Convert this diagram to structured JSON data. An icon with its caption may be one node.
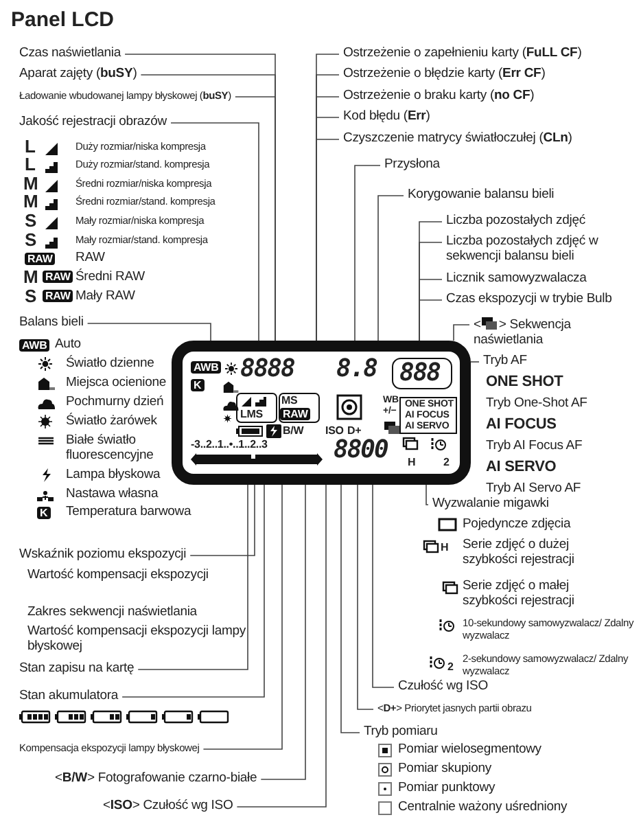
{
  "diagram": {
    "title": "Panel LCD",
    "nodes": [
      {
        "text": [
          "AWB",
          "8888",
          "8.8",
          "888",
          "K",
          "MS",
          "WB +/−",
          "ONE SHOT",
          "LMS",
          "RAW",
          "AI FOCUS",
          "AI SERVO",
          "B/W",
          "ISO",
          "D+",
          "8800",
          "-3..2..1..•..1..2..3",
          "H",
          "2"
        ]
      },
      {
        "text": [
          "Czas naświetlania"
        ]
      },
      {
        "text": [
          "Aparat zajęty (**buSY**)"
        ]
      },
      {
        "text": [
          "Ładowanie wbudowanej lampy błyskowej (**buSY**)"
        ]
      },
      {
        "text": [
          "Jakość rejestracji obrazów"
        ]
      },
      {
        "text": [
          "Balans bieli"
        ]
      },
      {
        "text": [
          "Wskaźnik poziomu ekspozycji"
        ]
      },
      {
        "text": [
          "Stan zapisu na kartę"
        ]
      },
      {
        "text": [
          "Stan akumulatora"
        ]
      },
      {
        "text": [
          "Kompensacja ekspozycji lampy błyskowej"
        ]
      },
      {
        "text": [
          "<**B/W**> Fotografowanie czarno-białe"
        ]
      },
      {
        "text": [
          "<**ISO**> Czułość wg ISO"
        ]
      },
      {
        "text": [
          "Ostrzeżenie o zapełnieniu karty (**FuLL CF**)"
        ]
      },
      {
        "text": [
          "Ostrzeżenie o błędzie karty (**Err CF**)"
        ]
      },
      {
        "text": [
          "Ostrzeżenie o braku karty (**no CF**)"
        ]
      },
      {
        "text": [
          "Kod błędu (**Err**)"
        ]
      },
      {
        "text": [
          "Czyszczenie matrycy światłoczułej (**CLn**)"
        ]
      },
      {
        "text": [
          "Przysłona"
        ]
      },
      {
        "text": [
          "Korygowanie balansu bieli"
        ]
      },
      {
        "text": [
          "Liczba pozostałych zdjęć"
        ]
      },
      {
        "text": [
          "Liczba pozostałych zdjęć w sekwencji balansu bieli"
        ]
      },
      {
        "text": [
          "Licznik samowyzwalacza"
        ]
      },
      {
        "text": [
          "Czas ekspozycji w trybie Bulb"
        ]
      },
      {
        "text": [
          "<",
          "> Sekwencja naświetlania"
        ]
      },
      {
        "text": [
          "Tryb AF"
        ]
      },
      {
        "text": [
          "Wyzwalanie migawki"
        ]
      },
      {
        "text": [
          "Czułość wg ISO"
        ]
      },
      {
        "text": [
          "<**D+**> Priorytet jasnych partii obrazu"
        ]
      },
      {
        "text": [
          "Tryb pomiaru"
        ]
      }
    ],
    "edges": [
      {
        "from": 1,
        "to": 0,
        "arrow": "none"
      },
      {
        "from": 2,
        "to": 0,
        "arrow": "none"
      },
      {
        "from": 3,
        "to": 0,
        "arrow": "none"
      },
      {
        "from": 4,
        "to": 0,
        "arrow": "none"
      },
      {
        "from": 5,
        "to": 0,
        "arrow": "none"
      },
      {
        "from": 6,
        "to": 0,
        "arrow": "none"
      },
      {
        "from": 7,
        "to": 0,
        "arrow": "none"
      },
      {
        "from": 8,
        "to": 0,
        "arrow": "none"
      },
      {
        "from": 9,
        "to": 0,
        "arrow": "none"
      },
      {
        "from": 10,
        "to": 0,
        "arrow": "none"
      },
      {
        "from": 11,
        "to": 0,
        "arrow": "none"
      },
      {
        "from": 12,
        "to": 0,
        "arrow": "none"
      },
      {
        "from": 13,
        "to": 0,
        "arrow": "none"
      },
      {
        "from": 14,
        "to": 0,
        "arrow": "none"
      },
      {
        "from": 15,
        "to": 0,
        "arrow": "none"
      },
      {
        "from": 16,
        "to": 0,
        "arrow": "none"
      },
      {
        "from": 17,
        "to": 0,
        "arrow": "none"
      },
      {
        "from": 18,
        "to": 0,
        "arrow": "none"
      },
      {
        "from": 19,
        "to": 0,
        "arrow": "none"
      },
      {
        "from": 20,
        "to": 0,
        "arrow": "none"
      },
      {
        "from": 21,
        "to": 0,
        "arrow": "none"
      },
      {
        "from": 22,
        "to": 0,
        "arrow": "none"
      },
      {
        "from": 23,
        "to": 0,
        "arrow": "none"
      },
      {
        "from": 24,
        "to": 0,
        "arrow": "none"
      },
      {
        "from": 25,
        "to": 0,
        "arrow": "none"
      },
      {
        "from": 26,
        "to": 0,
        "arrow": "none"
      },
      {
        "from": 27,
        "to": 0,
        "arrow": "none"
      },
      {
        "from": 28,
        "to": 0,
        "arrow": "none"
      }
    ],
    "labels": [
      "L",
      "Duży rozmiar/niska kompresja",
      "L",
      "Duży rozmiar/stand. kompresja",
      "M",
      "Średni rozmiar/niska kompresja",
      "M",
      "Średni rozmiar/stand. kompresja",
      "S",
      "Mały rozmiar/niska kompresja",
      "S",
      "Mały rozmiar/stand. kompresja",
      "RAW",
      "RAW",
      "M",
      "RAW",
      "Średni RAW",
      "S",
      "RAW",
      "Mały RAW",
      "AWB",
      "Auto",
      "Światło dzienne",
      "Miejsca ocienione",
      "Pochmurny dzień",
      "Światło żarówek",
      "Białe światło fluorescencyjne",
      "Lampa błyskowa",
      "Nastawa własna",
      "K",
      "Temperatura barwowa",
      "Wartość kompensacji ekspozycji",
      "Zakres sekwencji naświetlania",
      "Wartość kompensacji ekspozycji lampy błyskowej",
      "ONE SHOT",
      "Tryb One-Shot AF",
      "AI FOCUS",
      "Tryb AI Focus AF",
      "AI SERVO",
      "Tryb AI Servo AF",
      "Pojedyncze zdjęcia",
      "H",
      "Serie zdjęć o dużej szybkości rejestracji",
      "Serie zdjęć o małej szybkości rejestracji",
      "10-sekundowy samowyzwalacz/ Zdalny wyzwalacz",
      "2",
      "2-sekundowy samowyzwalacz/ Zdalny wyzwalacz",
      "Pomiar wielosegmentowy",
      "Pomiar skupiony",
      "Pomiar punktowy",
      "Centralnie ważony uśredniony"
    ]
  }
}
